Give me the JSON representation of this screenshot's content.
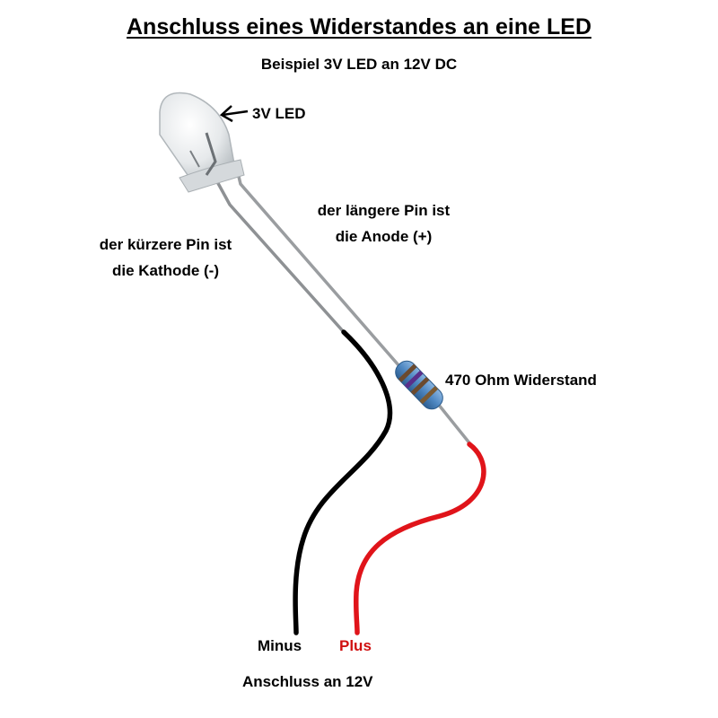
{
  "header": {
    "title": "Anschluss eines Widerstandes an eine LED",
    "subtitle": "Beispiel 3V LED an 12V DC"
  },
  "labels": {
    "led": "3V LED",
    "anode_line1": "der längere Pin ist",
    "anode_line2": "die Anode (+)",
    "cathode_line1": "der kürzere Pin ist",
    "cathode_line2": "die Kathode (-)",
    "resistor": "470 Ohm Widerstand",
    "minus": "Minus",
    "plus": "Plus",
    "connection": "Anschluss an 12V"
  },
  "colors": {
    "minus_wire": "#000000",
    "plus_wire": "#e0141a",
    "plus_label": "#d01010",
    "resistor_body": "#4f88c2",
    "led_body": "#e9ecee"
  }
}
